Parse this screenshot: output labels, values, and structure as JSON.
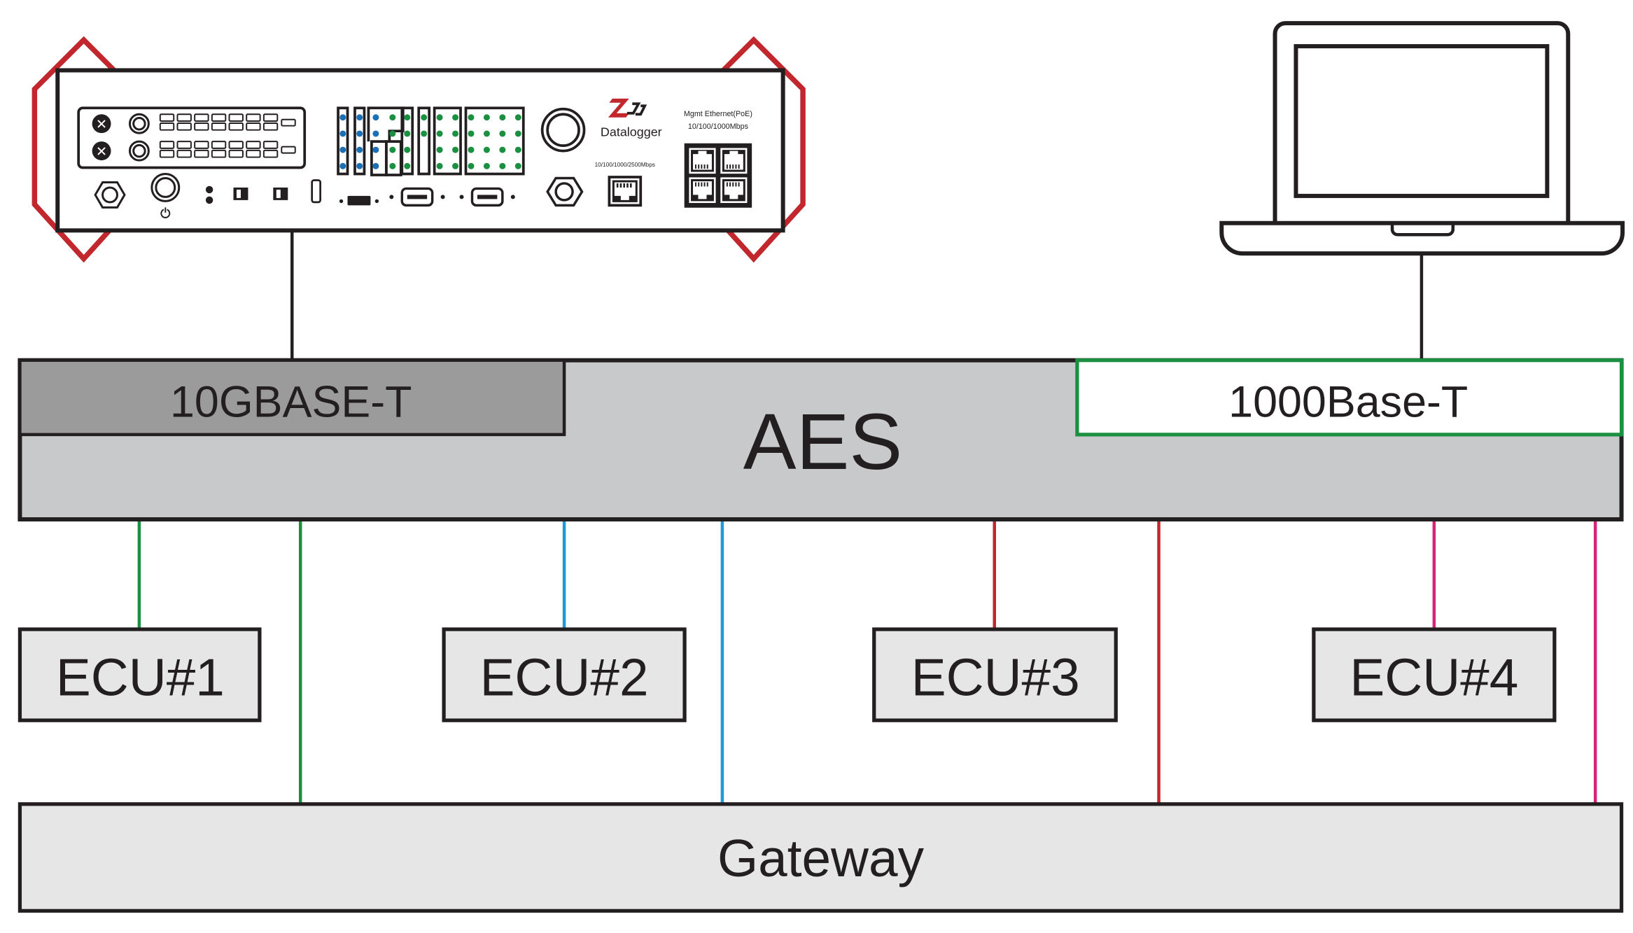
{
  "device": {
    "brand": "Datalogger",
    "port_speed_label": "10/100/1000/2500Mbps",
    "mgmt_label": "Mgmt Ethernet(PoE)",
    "mgmt_speed_label": "10/100/1000Mbps"
  },
  "switch": {
    "title": "AES",
    "left_port_label": "10GBASE-T",
    "right_port_label": "1000Base-T"
  },
  "ecus": [
    {
      "label": "ECU#1",
      "color": "#1a9040"
    },
    {
      "label": "ECU#2",
      "color": "#1e9ad6"
    },
    {
      "label": "ECU#3",
      "color": "#c1272d"
    },
    {
      "label": "ECU#4",
      "color": "#d6247a"
    }
  ],
  "gateway": {
    "label": "Gateway"
  },
  "colors": {
    "outline": "#231f20",
    "bracket_red": "#c1272d",
    "aes_fill": "#c8c9ca",
    "port10g_fill": "#9c9b9c",
    "box_fill": "#e6e6e7",
    "green": "#1a9040"
  }
}
